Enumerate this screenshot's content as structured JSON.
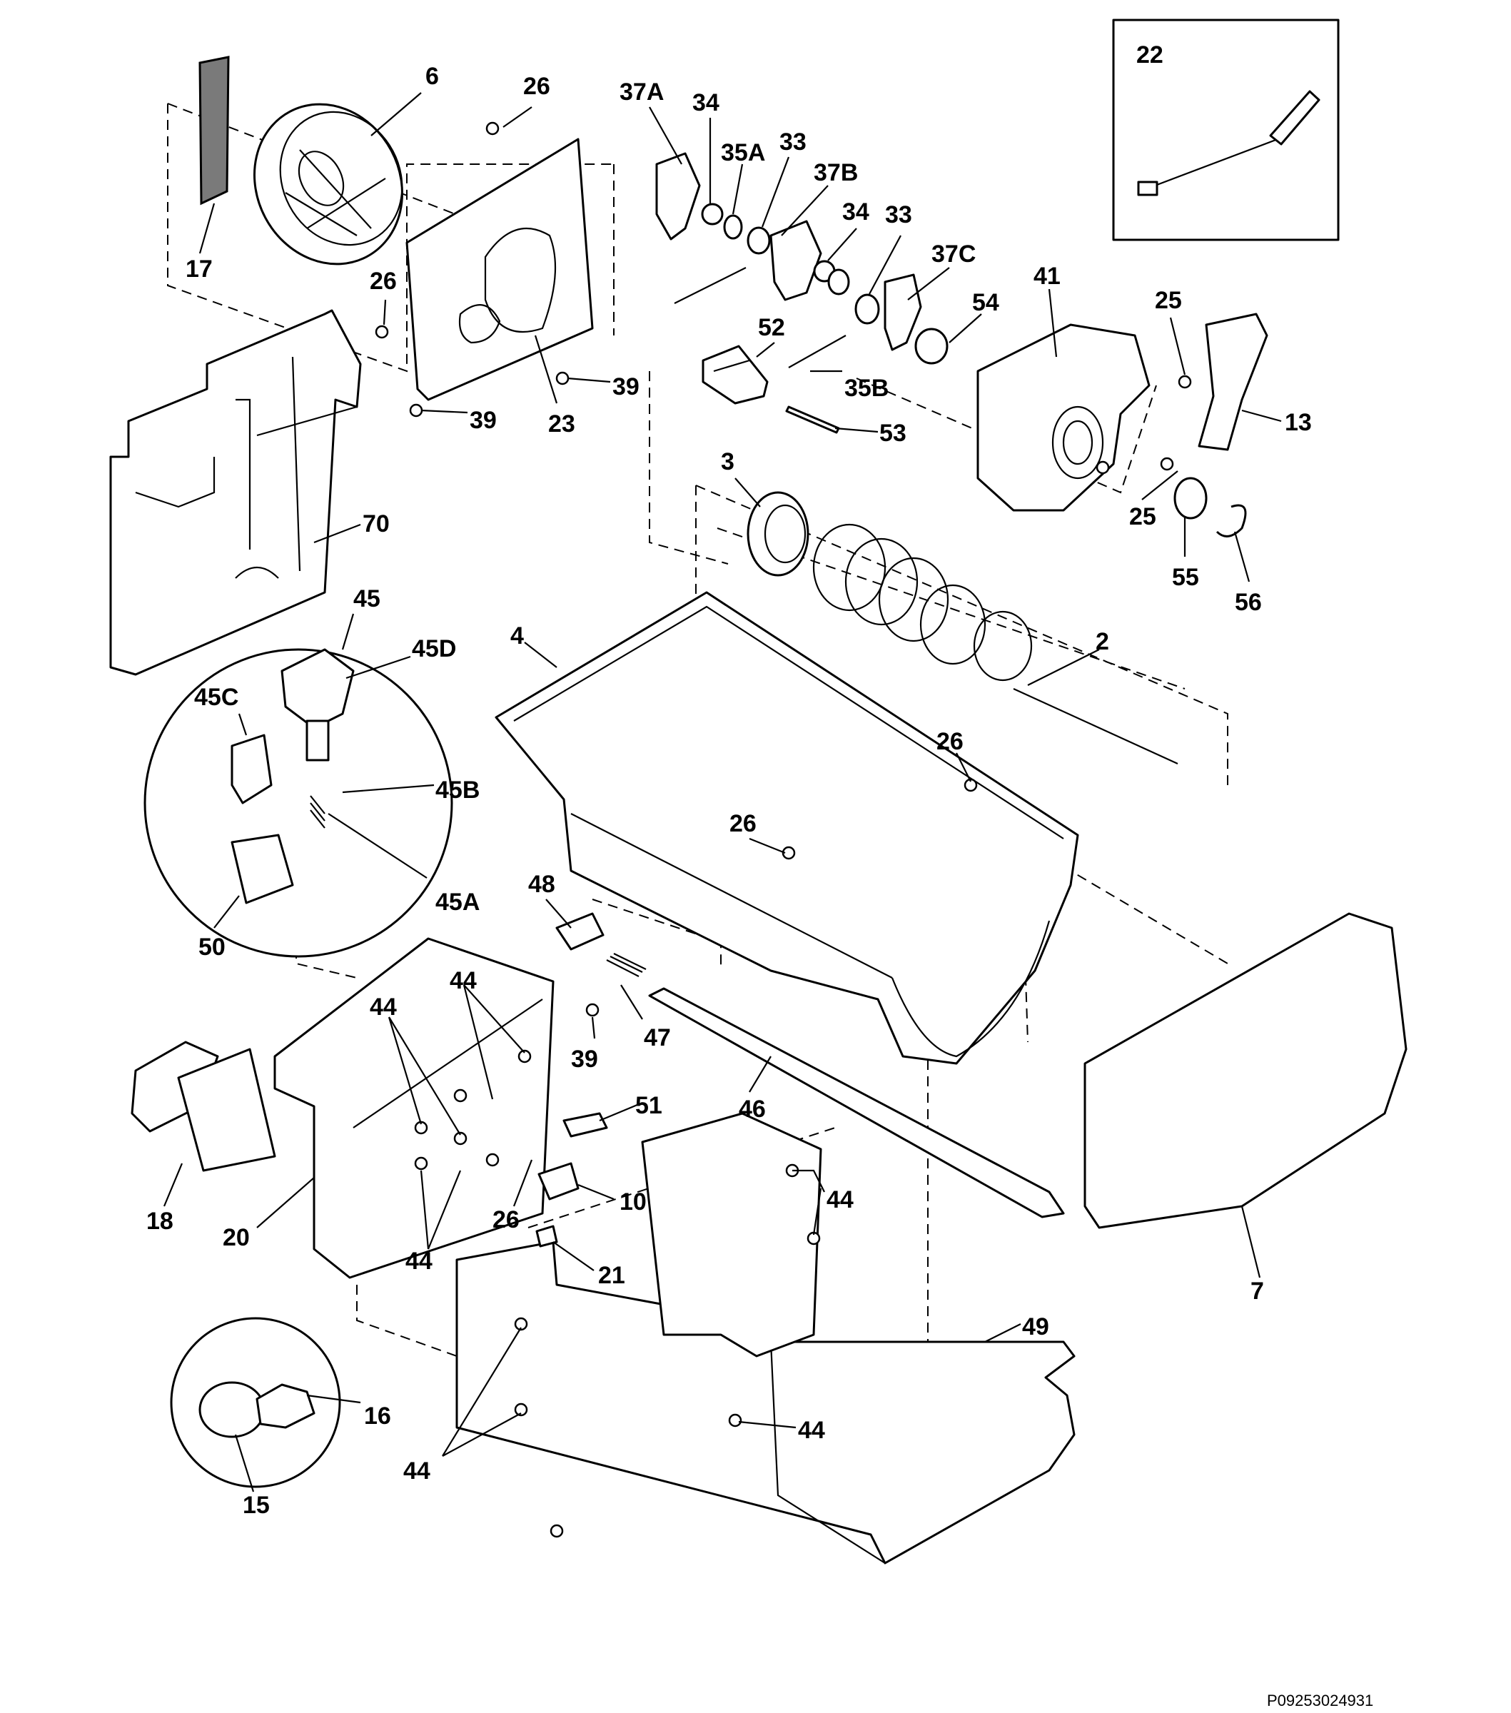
{
  "inset_label": "22",
  "catalog_code": "P09253024931",
  "callouts": {
    "c6": "6",
    "c26a": "26",
    "c37a": "37A",
    "c34a": "34",
    "c35a": "35A",
    "c33a": "33",
    "c37b": "37B",
    "c34b": "34",
    "c33b": "33",
    "c37c": "37C",
    "c17": "17",
    "c26b": "26",
    "c41": "41",
    "c25a": "25",
    "c54": "54",
    "c52": "52",
    "c39a": "39",
    "c35b": "35B",
    "c13": "13",
    "c39b": "39",
    "c23": "23",
    "c53": "53",
    "c3": "3",
    "c25b": "25",
    "c70": "70",
    "c55": "55",
    "c56": "56",
    "c45": "45",
    "c45d": "45D",
    "c4": "4",
    "c2": "2",
    "c45c": "45C",
    "c26c": "26",
    "c45b": "45B",
    "c26d": "26",
    "c45a": "45A",
    "c48": "48",
    "c50": "50",
    "c44a": "44",
    "c44b": "44",
    "c47": "47",
    "c39c": "39",
    "c46": "46",
    "c51": "51",
    "c44c": "44",
    "c10": "10",
    "c18": "18",
    "c20": "20",
    "c26e": "26",
    "c44d": "44",
    "c21": "21",
    "c7": "7",
    "c49": "49",
    "c16": "16",
    "c44e": "44",
    "c44f": "44",
    "c15": "15"
  }
}
